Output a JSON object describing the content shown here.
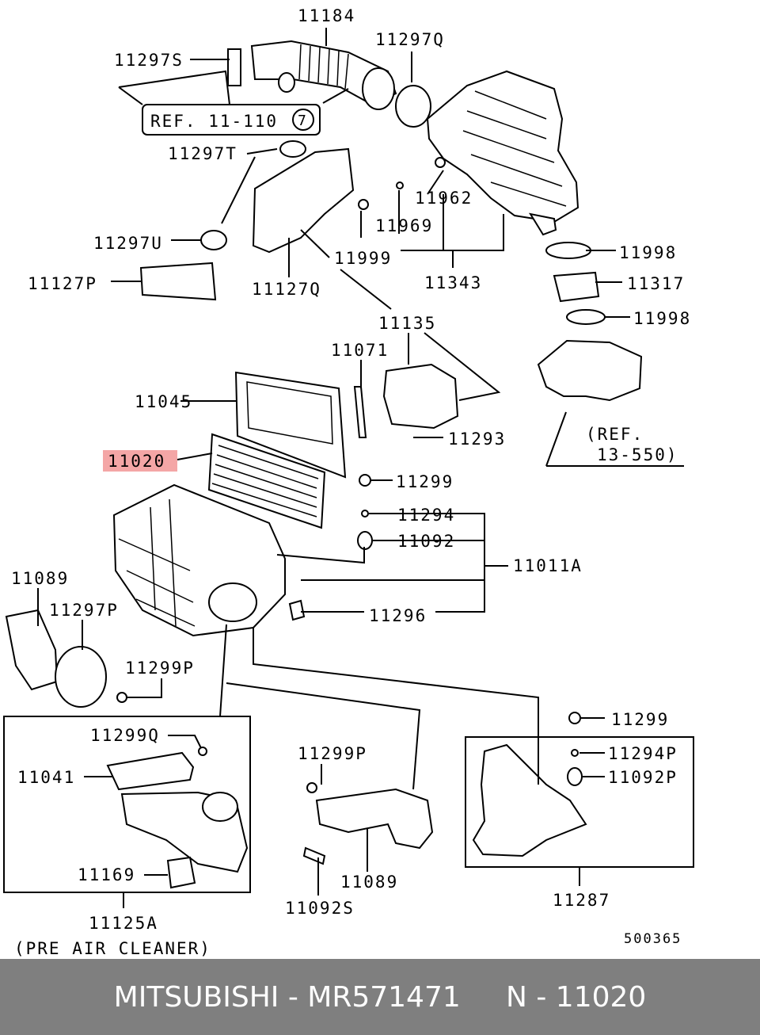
{
  "diagram": {
    "labels": {
      "p11184": "11184",
      "p11297S": "11297S",
      "p11297Q": "11297Q",
      "ref11110": "REF. 11-110",
      "ref11110_circle": "7",
      "p11297T": "11297T",
      "p11962": "11962",
      "p11969": "11969",
      "p11297U": "11297U",
      "p11999": "11999",
      "p11127P": "11127P",
      "p11127Q": "11127Q",
      "p11343": "11343",
      "p11998a": "11998",
      "p11317": "11317",
      "p11998b": "11998",
      "p11135": "11135",
      "p11071": "11071",
      "p11045": "11045",
      "p11293": "11293",
      "ref13550_line1": "(REF.",
      "ref13550_line2": "13-550)",
      "p11020": "11020",
      "p11299a": "11299",
      "p11294": "11294",
      "p11092": "11092",
      "p11011A": "11011A",
      "p11089a": "11089",
      "p11297P": "11297P",
      "p11296": "11296",
      "p11299P_a": "11299P",
      "p11299b": "11299",
      "p11299Q": "11299Q",
      "p11299P_b": "11299P",
      "p11294P": "11294P",
      "p11041": "11041",
      "p11092P": "11092P",
      "p11169": "11169",
      "p11089b": "11089",
      "p11287": "11287",
      "p11092S": "11092S",
      "p11125A": "11125A",
      "pre_air_cleaner": "(PRE AIR CLEANER)",
      "code": "500365"
    },
    "highlight_color": "#f4a6a6"
  },
  "footer": {
    "text": "MITSUBISHI - MR571471     N - 11020",
    "background": "#7f7f7f"
  }
}
